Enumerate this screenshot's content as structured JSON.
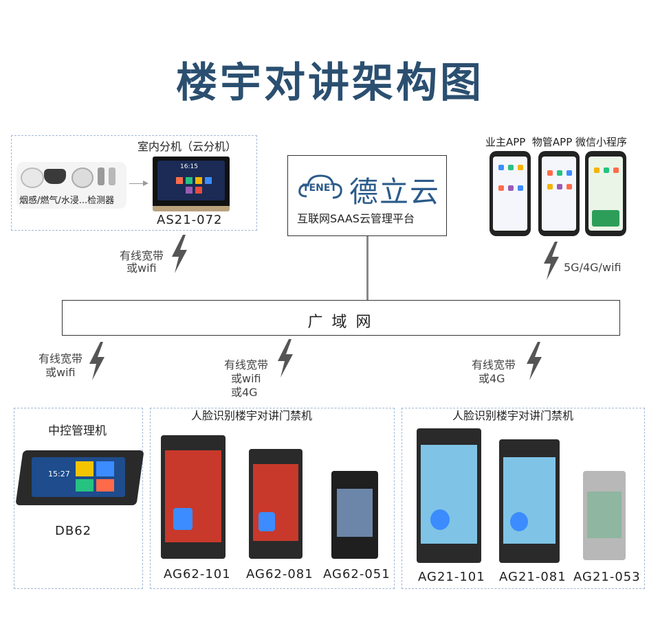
{
  "title": "楼宇对讲架构图",
  "indoor": {
    "heading": "室内分机（云分机）",
    "detectors_label": "烟感/燃气/水浸...检测器",
    "model": "AS21-072",
    "screen_time": "16:15"
  },
  "cloud": {
    "brand_text": "德立云",
    "logo_text": "TENET",
    "subtitle": "互联网SAAS云管理平台"
  },
  "apps": {
    "heading": "业主APP  物管APP 微信小程序"
  },
  "links": {
    "indoor_link": [
      "有线宽带",
      "或wifi"
    ],
    "apps_link": "5G/4G/wifi",
    "left_bottom_link": [
      "有线宽带",
      "或wifi"
    ],
    "mid_bottom_link": [
      "有线宽带",
      "或wifi",
      "或4G"
    ],
    "right_bottom_link": [
      "有线宽带",
      "或4G"
    ]
  },
  "wan": {
    "label": "广 域 网"
  },
  "central": {
    "heading": "中控管理机",
    "model": "DB62",
    "screen_time": "15:27"
  },
  "face_group_1": {
    "heading": "人脸识别楼宇对讲门禁机",
    "models": [
      "AG62-101",
      "AG62-081",
      "AG62-051"
    ]
  },
  "face_group_2": {
    "heading": "人脸识别楼宇对讲门禁机",
    "models": [
      "AG21-101",
      "AG21-081",
      "AG21-053"
    ]
  },
  "colors": {
    "title": "#2b4f70",
    "dash_border": "#9fb8d6",
    "line": "#8a8a8a",
    "bolt": "#555555"
  }
}
